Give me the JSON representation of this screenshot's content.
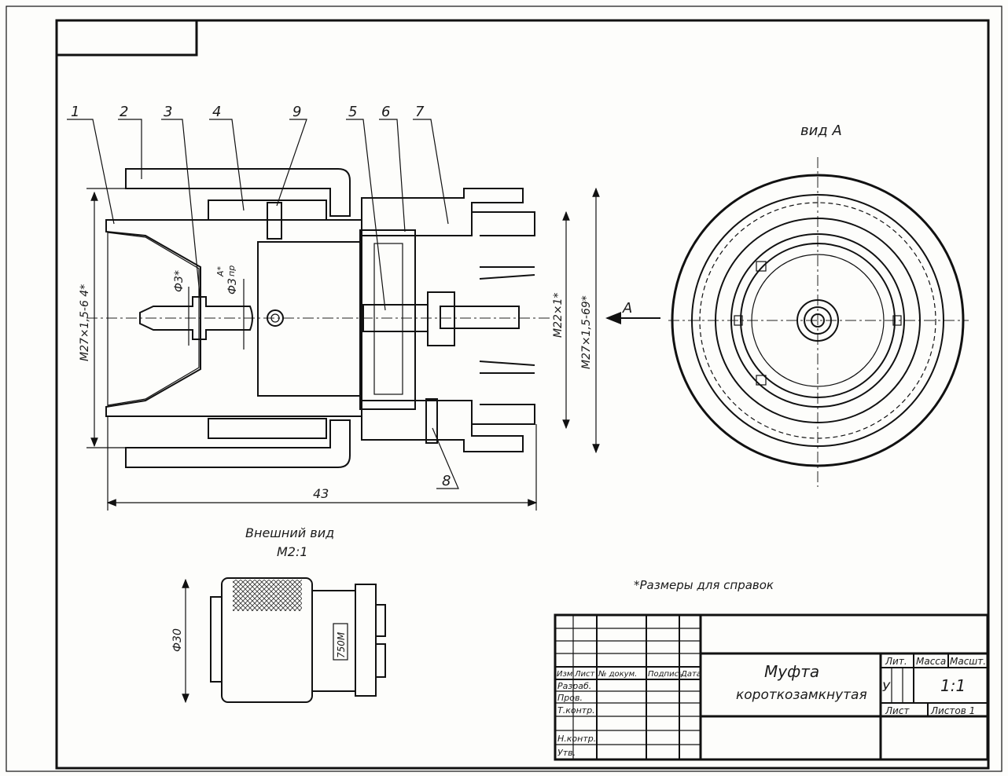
{
  "drawing": {
    "callouts": [
      "1",
      "2",
      "3",
      "4",
      "9",
      "5",
      "6",
      "7",
      "8"
    ],
    "view_label": "вид А",
    "arrow_label": "А",
    "dims": {
      "m27_left": "М27×1,5-6 4*",
      "phi3": "Ф3*",
      "phi3_fit": "Ф3",
      "fit_top": "А*",
      "fit_bottom": "пр",
      "m22": "М22×1*",
      "m27_right": "М27×1,5-69*",
      "length": "43"
    },
    "external_view": {
      "title": "Внешний вид",
      "scale": "М2:1",
      "diameter": "Ф30",
      "stamp": "750М"
    },
    "note": "*Размеры для справок"
  },
  "title_block": {
    "headers": [
      "Изм",
      "Лист",
      "№ докум.",
      "Подпись",
      "Дата"
    ],
    "roles": [
      "Разраб.",
      "Пров.",
      "Т.контр.",
      "Н.контр.",
      "Утв."
    ],
    "name_line1": "Муфта",
    "name_line2": "короткозамкнутая",
    "lit_label": "Лит.",
    "mass_label": "Масса",
    "scale_label": "Масшт.",
    "lit_value": "У",
    "scale_value": "1:1",
    "sheet_label": "Лист",
    "sheets_label": "Листов 1"
  }
}
